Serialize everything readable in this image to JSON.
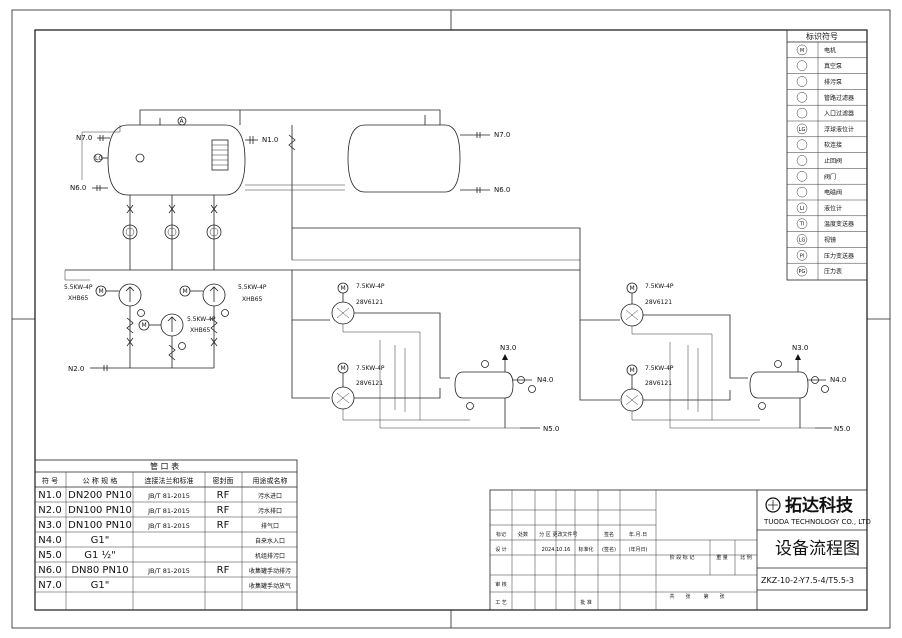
{
  "nozzle_labels": {
    "n7_left": "N7.0",
    "n1": "N1.0",
    "n6_left": "N6.0",
    "n7_right": "N7.0",
    "n6_right": "N6.0",
    "n2": "N2.0",
    "n3_a": "N3.0",
    "n4_a": "N4.0",
    "n5_a": "N5.0",
    "n3_b": "N3.0",
    "n4_b": "N4.0",
    "n5_b": "N5.0"
  },
  "pumps": {
    "left": {
      "power": "5.5KW-4P",
      "model": "XHB65"
    },
    "right": {
      "power": "5.5KW-4P",
      "model": "XHB65"
    },
    "center": {
      "power": "5.5KW-4P",
      "model": "XHB65"
    },
    "g1_top": {
      "power": "7.5KW-4P",
      "model": "28V6121"
    },
    "g1_bottom": {
      "power": "7.5KW-4P",
      "model": "28V6121"
    },
    "g2_top": {
      "power": "7.5KW-4P",
      "model": "28V6121"
    },
    "g2_bottom": {
      "power": "7.5KW-4P",
      "model": "28V6121"
    }
  },
  "legend": {
    "title": "标识符号",
    "items": [
      {
        "sym": "M",
        "label": "电机"
      },
      {
        "sym": "",
        "label": "真空泵"
      },
      {
        "sym": "",
        "label": "排污泵"
      },
      {
        "sym": "",
        "label": "管路过滤器"
      },
      {
        "sym": "",
        "label": "入口过滤器"
      },
      {
        "sym": "LG",
        "label": "浮球液位计"
      },
      {
        "sym": "",
        "label": "软连接"
      },
      {
        "sym": "",
        "label": "止回阀"
      },
      {
        "sym": "",
        "label": "阀门"
      },
      {
        "sym": "",
        "label": "电磁阀"
      },
      {
        "sym": "LI",
        "label": "液位计"
      },
      {
        "sym": "TI",
        "label": "温度变送器"
      },
      {
        "sym": "LG",
        "label": "视镜"
      },
      {
        "sym": "PI",
        "label": "压力变送器"
      },
      {
        "sym": "PG",
        "label": "压力表"
      }
    ]
  },
  "pipe_table": {
    "title": "管 口 表",
    "headers": [
      "符 号",
      "公 称 规 格",
      "连接法兰和标准",
      "密封面",
      "用途或名称"
    ],
    "rows": [
      [
        "N1.0",
        "DN200  PN10",
        "JB/T 81-2015",
        "RF",
        "污水进口"
      ],
      [
        "N2.0",
        "DN100  PN10",
        "JB/T 81-2015",
        "RF",
        "污水排口"
      ],
      [
        "N3.0",
        "DN100  PN10",
        "JB/T 81-2015",
        "RF",
        "排气口"
      ],
      [
        "N4.0",
        "G1\"",
        "",
        "",
        "自来水入口"
      ],
      [
        "N5.0",
        "G1 ½\"",
        "",
        "",
        "机组排污口"
      ],
      [
        "N6.0",
        "DN80  PN10",
        "JB/T 81-2015",
        "RF",
        "收集罐手动排污"
      ],
      [
        "N7.0",
        "G1\"",
        "",
        "",
        "收集罐手动放气"
      ]
    ]
  },
  "title_block": {
    "company_cn": "拓达科技",
    "company_en": "TUODA TECHNOLOGY CO., LTD",
    "drawing_title": "设备流程图",
    "drawing_no": "ZKZ-10-2-Y7.5-4/T5.5-3",
    "row1": [
      "标记",
      "处数",
      "分 区",
      "更改文件号",
      "签名",
      "年.月.日"
    ],
    "row2": [
      "设 计",
      "",
      "2024.10.16",
      "标准化",
      "(签名)",
      "(年月日)"
    ],
    "stage": [
      "阶 段 标 记",
      "重 量",
      "比 例"
    ],
    "row3": [
      "审 核"
    ],
    "row4": [
      "工 艺",
      "",
      "",
      "批 准"
    ],
    "sheet": [
      "共",
      "张",
      "第",
      "张"
    ]
  }
}
